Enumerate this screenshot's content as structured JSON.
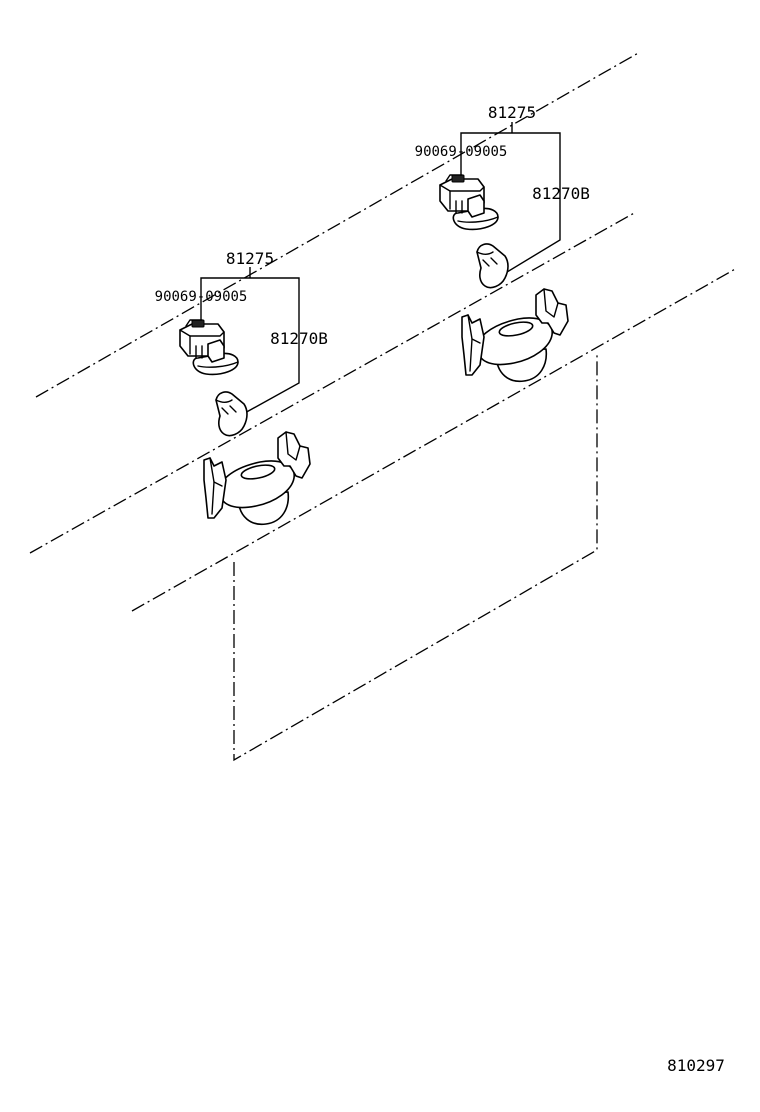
{
  "callouts": {
    "left_assembly": "81275",
    "left_socket": "90069-09005",
    "left_bulb": "81270B",
    "right_assembly": "81275",
    "right_socket": "90069-09005",
    "right_bulb": "81270B"
  },
  "figure_code": "810297"
}
